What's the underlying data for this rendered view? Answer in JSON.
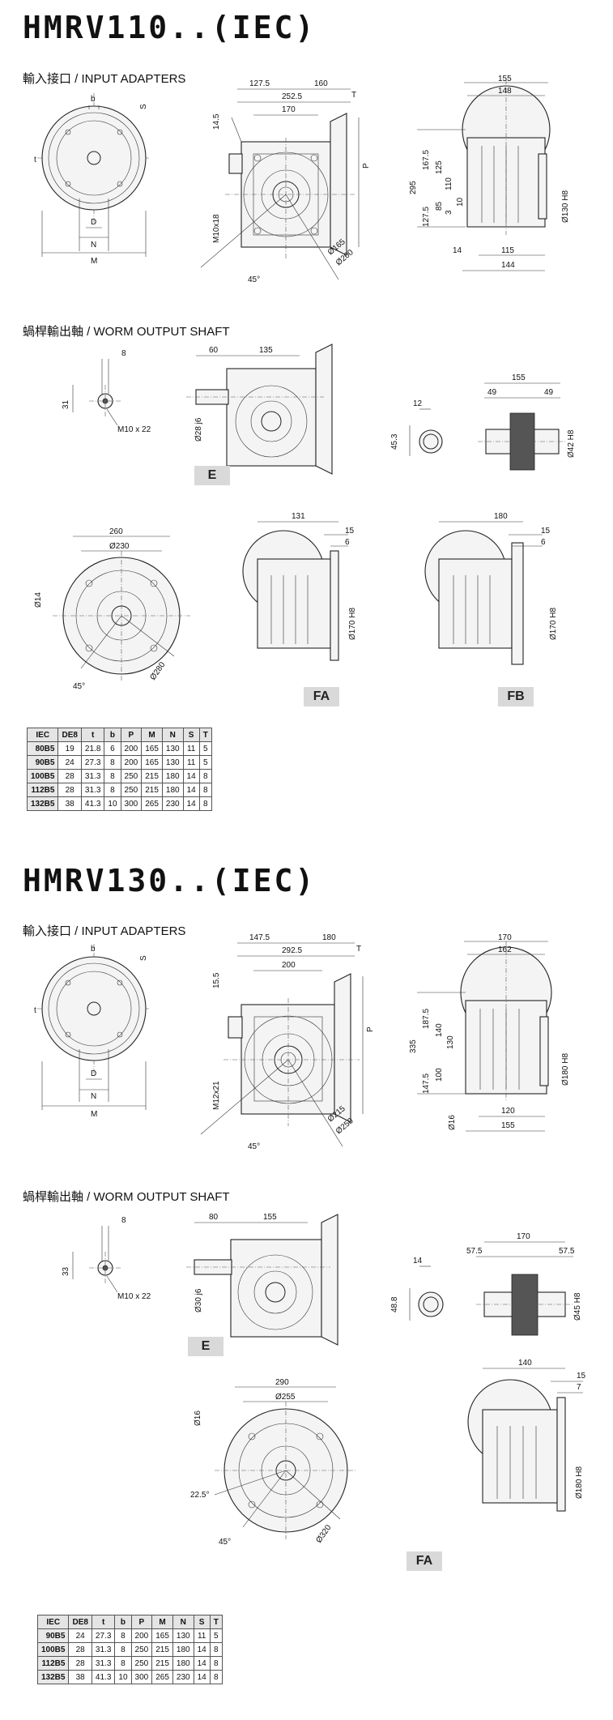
{
  "s1": {
    "title": "HMRV110..(IEC)",
    "input_label": "輸入接口 / INPUT ADAPTERS",
    "output_label": "蝸桿輸出軸 / WORM OUTPUT SHAFT",
    "tags": {
      "e": "E",
      "fa": "FA",
      "fb": "FB"
    },
    "table": {
      "headers": [
        "IEC",
        "DE8",
        "t",
        "b",
        "P",
        "M",
        "N",
        "S",
        "T"
      ],
      "rows": [
        [
          "80B5",
          "19",
          "21.8",
          "6",
          "200",
          "165",
          "130",
          "11",
          "5"
        ],
        [
          "90B5",
          "24",
          "27.3",
          "8",
          "200",
          "165",
          "130",
          "11",
          "5"
        ],
        [
          "100B5",
          "28",
          "31.3",
          "8",
          "250",
          "215",
          "180",
          "14",
          "8"
        ],
        [
          "112B5",
          "28",
          "31.3",
          "8",
          "250",
          "215",
          "180",
          "14",
          "8"
        ],
        [
          "132B5",
          "38",
          "41.3",
          "10",
          "300",
          "265",
          "230",
          "14",
          "8"
        ]
      ]
    }
  },
  "s2": {
    "title": "HMRV130..(IEC)",
    "input_label": "輸入接口 / INPUT ADAPTERS",
    "output_label": "蝸桿輸出軸 / WORM OUTPUT SHAFT",
    "tags": {
      "e": "E",
      "fa": "FA"
    },
    "table": {
      "headers": [
        "IEC",
        "DE8",
        "t",
        "b",
        "P",
        "M",
        "N",
        "S",
        "T"
      ],
      "rows": [
        [
          "90B5",
          "24",
          "27.3",
          "8",
          "200",
          "165",
          "130",
          "11",
          "5"
        ],
        [
          "100B5",
          "28",
          "31.3",
          "8",
          "250",
          "215",
          "180",
          "14",
          "8"
        ],
        [
          "112B5",
          "28",
          "31.3",
          "8",
          "250",
          "215",
          "180",
          "14",
          "8"
        ],
        [
          "132B5",
          "38",
          "41.3",
          "10",
          "300",
          "265",
          "230",
          "14",
          "8"
        ]
      ]
    }
  },
  "dims": {
    "s1_adapter": {
      "b": "b",
      "s": "S",
      "t": "t",
      "d": "D",
      "n": "N",
      "m": "M"
    },
    "s1_front": {
      "w1": "127.5",
      "w2": "160",
      "w3": "252.5",
      "w4": "170",
      "h1": "14.5",
      "t": "T",
      "p": "P",
      "bolt": "M10x18",
      "d1": "Ø165",
      "d2": "Ø200",
      "ang": "45°"
    },
    "s1_side": {
      "w1": "155",
      "w2": "148",
      "h1": "295",
      "h2": "167.5",
      "h3": "127.5",
      "h4": "125",
      "h5": "110",
      "h6": "85",
      "h7": "10",
      "h8": "3",
      "hb": "Ø130 H8",
      "b1": "14",
      "b2": "115",
      "b3": "144"
    },
    "s1_shaft": {
      "w": "8",
      "h": "31",
      "thread": "M10 x 22"
    },
    "s1_worm": {
      "w1": "60",
      "w2": "135",
      "d": "Ø28 j6"
    },
    "s1_hollow": {
      "w": "12",
      "h": "45.3",
      "l1": "155",
      "l2": "49",
      "l3": "49",
      "d": "Ø42 H8"
    },
    "s1_flange": {
      "w1": "260",
      "w2": "Ø230",
      "d": "Ø14",
      "d2": "Ø280",
      "ang": "45°"
    },
    "s1_fa": {
      "w1": "131",
      "w2": "15",
      "w3": "6",
      "d": "Ø170 H8"
    },
    "s1_fb": {
      "w1": "180",
      "w2": "15",
      "w3": "6",
      "d": "Ø170 H8"
    },
    "s2_adapter": {
      "b": "b",
      "s": "S",
      "t": "t",
      "d": "D",
      "n": "N",
      "m": "M"
    },
    "s2_front": {
      "w1": "147.5",
      "w2": "180",
      "w3": "292.5",
      "w4": "200",
      "h1": "15.5",
      "t": "T",
      "p": "P",
      "bolt": "M12x21",
      "d1": "Ø215",
      "d2": "Ø250",
      "ang": "45°"
    },
    "s2_side": {
      "w1": "170",
      "w2": "162",
      "h1": "335",
      "h2": "187.5",
      "h3": "147.5",
      "h4": "140",
      "h5": "130",
      "h6": "100",
      "hb": "Ø180 H8",
      "b1": "Ø16",
      "b2": "120",
      "b3": "155"
    },
    "s2_shaft": {
      "w": "8",
      "h": "33",
      "thread": "M10 x 22"
    },
    "s2_worm": {
      "w1": "80",
      "w2": "155",
      "d": "Ø30 j6"
    },
    "s2_hollow": {
      "w": "14",
      "h": "48.8",
      "l1": "170",
      "l2": "57.5",
      "l3": "57.5",
      "d": "Ø45 H8"
    },
    "s2_flange": {
      "w1": "290",
      "w2": "Ø255",
      "d": "Ø16",
      "a1": "22.5°",
      "d2": "Ø320",
      "ang": "45°"
    },
    "s2_fa": {
      "w1": "140",
      "w2": "15",
      "w3": "7",
      "d": "Ø180 H8"
    }
  }
}
